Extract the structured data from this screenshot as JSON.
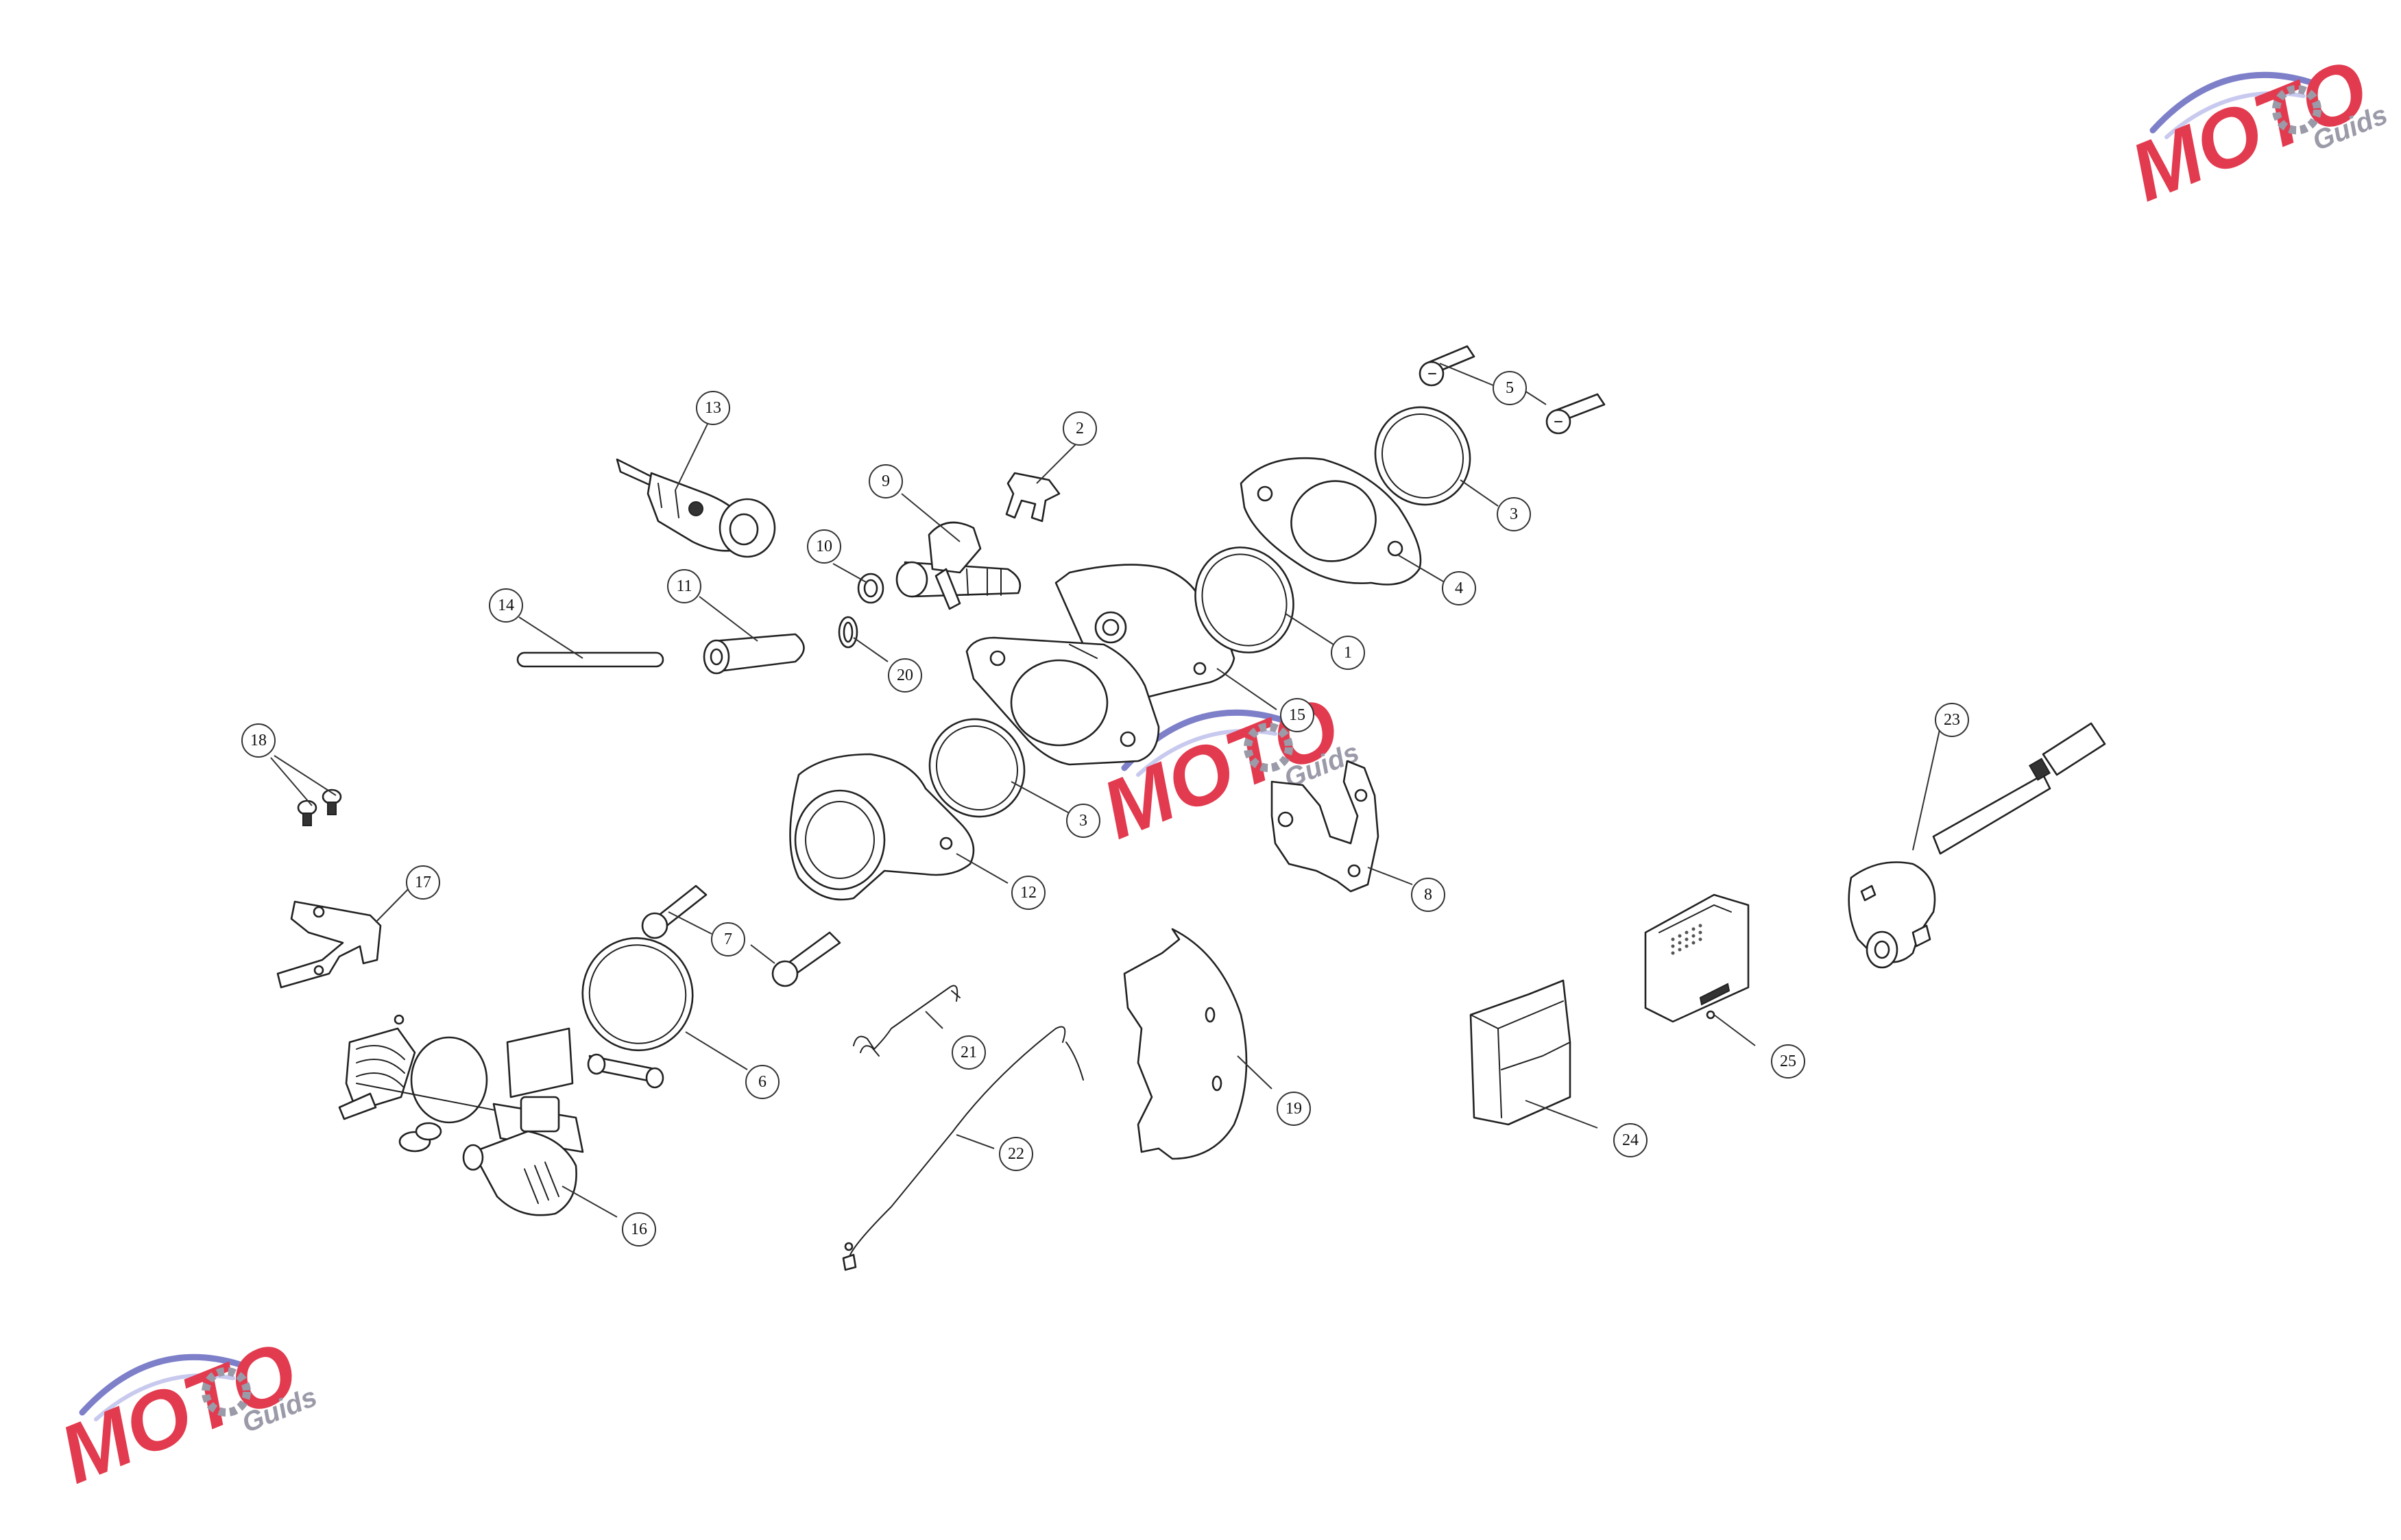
{
  "watermark": {
    "brand": "MOTO",
    "sub": "Guids",
    "colors": {
      "red": "#e23a4e",
      "grey": "#9a9aa8",
      "violet": "#7d7fc9"
    }
  },
  "callouts": [
    "1",
    "2",
    "3",
    "3",
    "4",
    "5",
    "6",
    "7",
    "8",
    "9",
    "10",
    "11",
    "12",
    "13",
    "14",
    "15",
    "16",
    "17",
    "18",
    "19",
    "20",
    "21",
    "22",
    "23",
    "24",
    "25"
  ]
}
